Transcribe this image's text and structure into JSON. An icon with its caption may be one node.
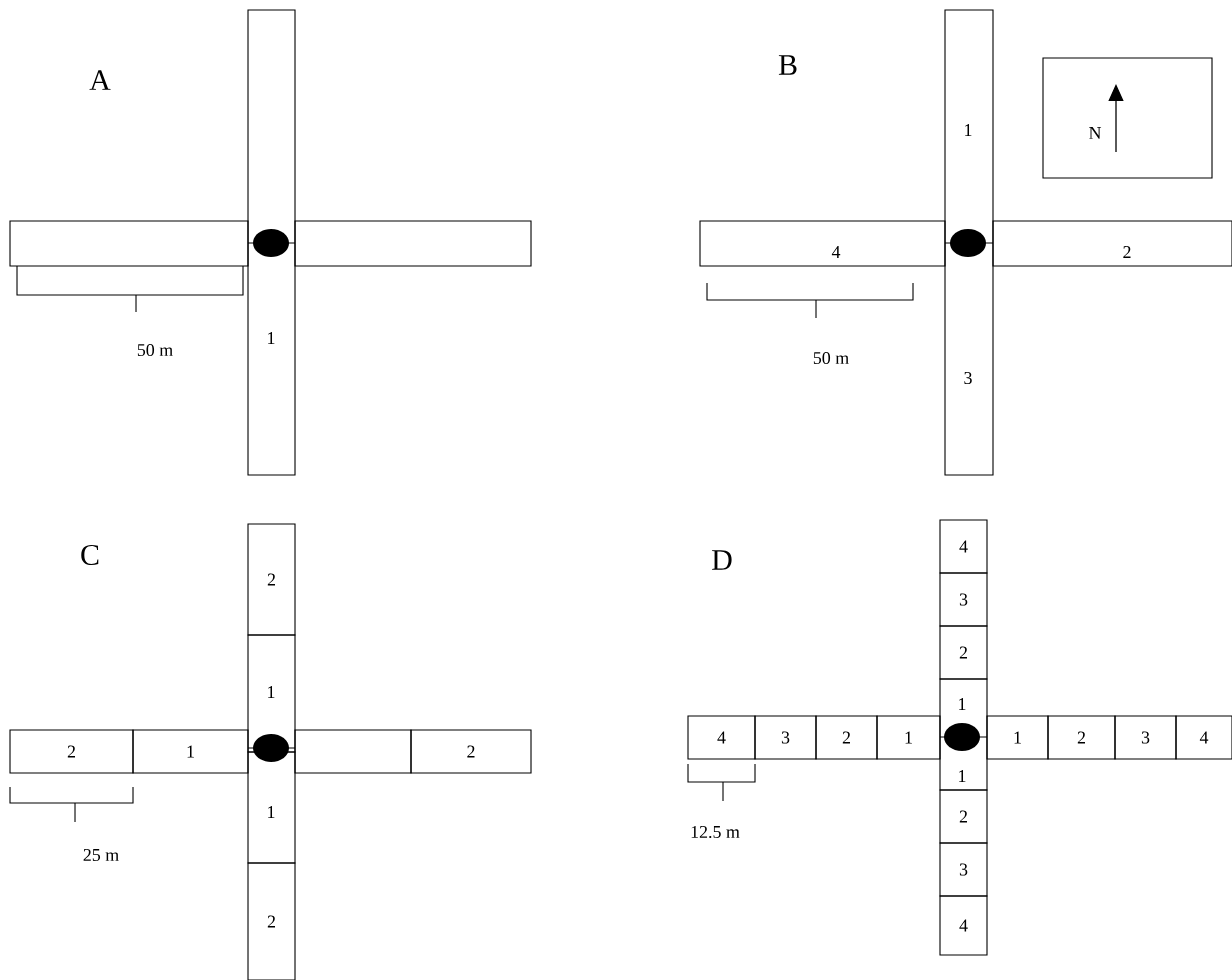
{
  "diagram": {
    "nodes": [
      {
        "text": [
          "1"
        ]
      },
      {
        "text": [],
        "shape": "box"
      },
      {
        "text": [],
        "shape": "box"
      },
      {
        "text": [
          "1",
          "3"
        ]
      },
      {
        "text": [
          "N"
        ]
      },
      {
        "text": [
          "4"
        ]
      },
      {
        "text": [
          "2"
        ]
      },
      {
        "text": [
          "2"
        ]
      },
      {
        "text": [
          "1"
        ]
      },
      {
        "text": [
          "1"
        ]
      },
      {
        "text": [
          "2"
        ]
      },
      {
        "text": [
          "2"
        ]
      },
      {
        "text": [
          "1"
        ]
      },
      {
        "text": [],
        "shape": "box"
      },
      {
        "text": [
          "2"
        ]
      },
      {
        "text": [
          "4"
        ]
      },
      {
        "text": [
          "3"
        ]
      },
      {
        "text": [
          "2"
        ]
      },
      {
        "text": [
          "1",
          "1"
        ]
      },
      {
        "text": [
          "2"
        ]
      },
      {
        "text": [
          "3"
        ]
      },
      {
        "text": [
          "4"
        ]
      },
      {
        "text": [
          "4"
        ]
      },
      {
        "text": [
          "3"
        ]
      },
      {
        "text": [
          "2"
        ]
      },
      {
        "text": [
          "1"
        ]
      },
      {
        "text": [
          "1"
        ]
      },
      {
        "text": [
          "2"
        ]
      },
      {
        "text": [
          "3"
        ]
      },
      {
        "text": [
          "4"
        ]
      }
    ],
    "labels": [
      "A",
      "50 m",
      "B",
      "50 m",
      "C",
      "25 m",
      "D",
      "12.5 m"
    ]
  }
}
